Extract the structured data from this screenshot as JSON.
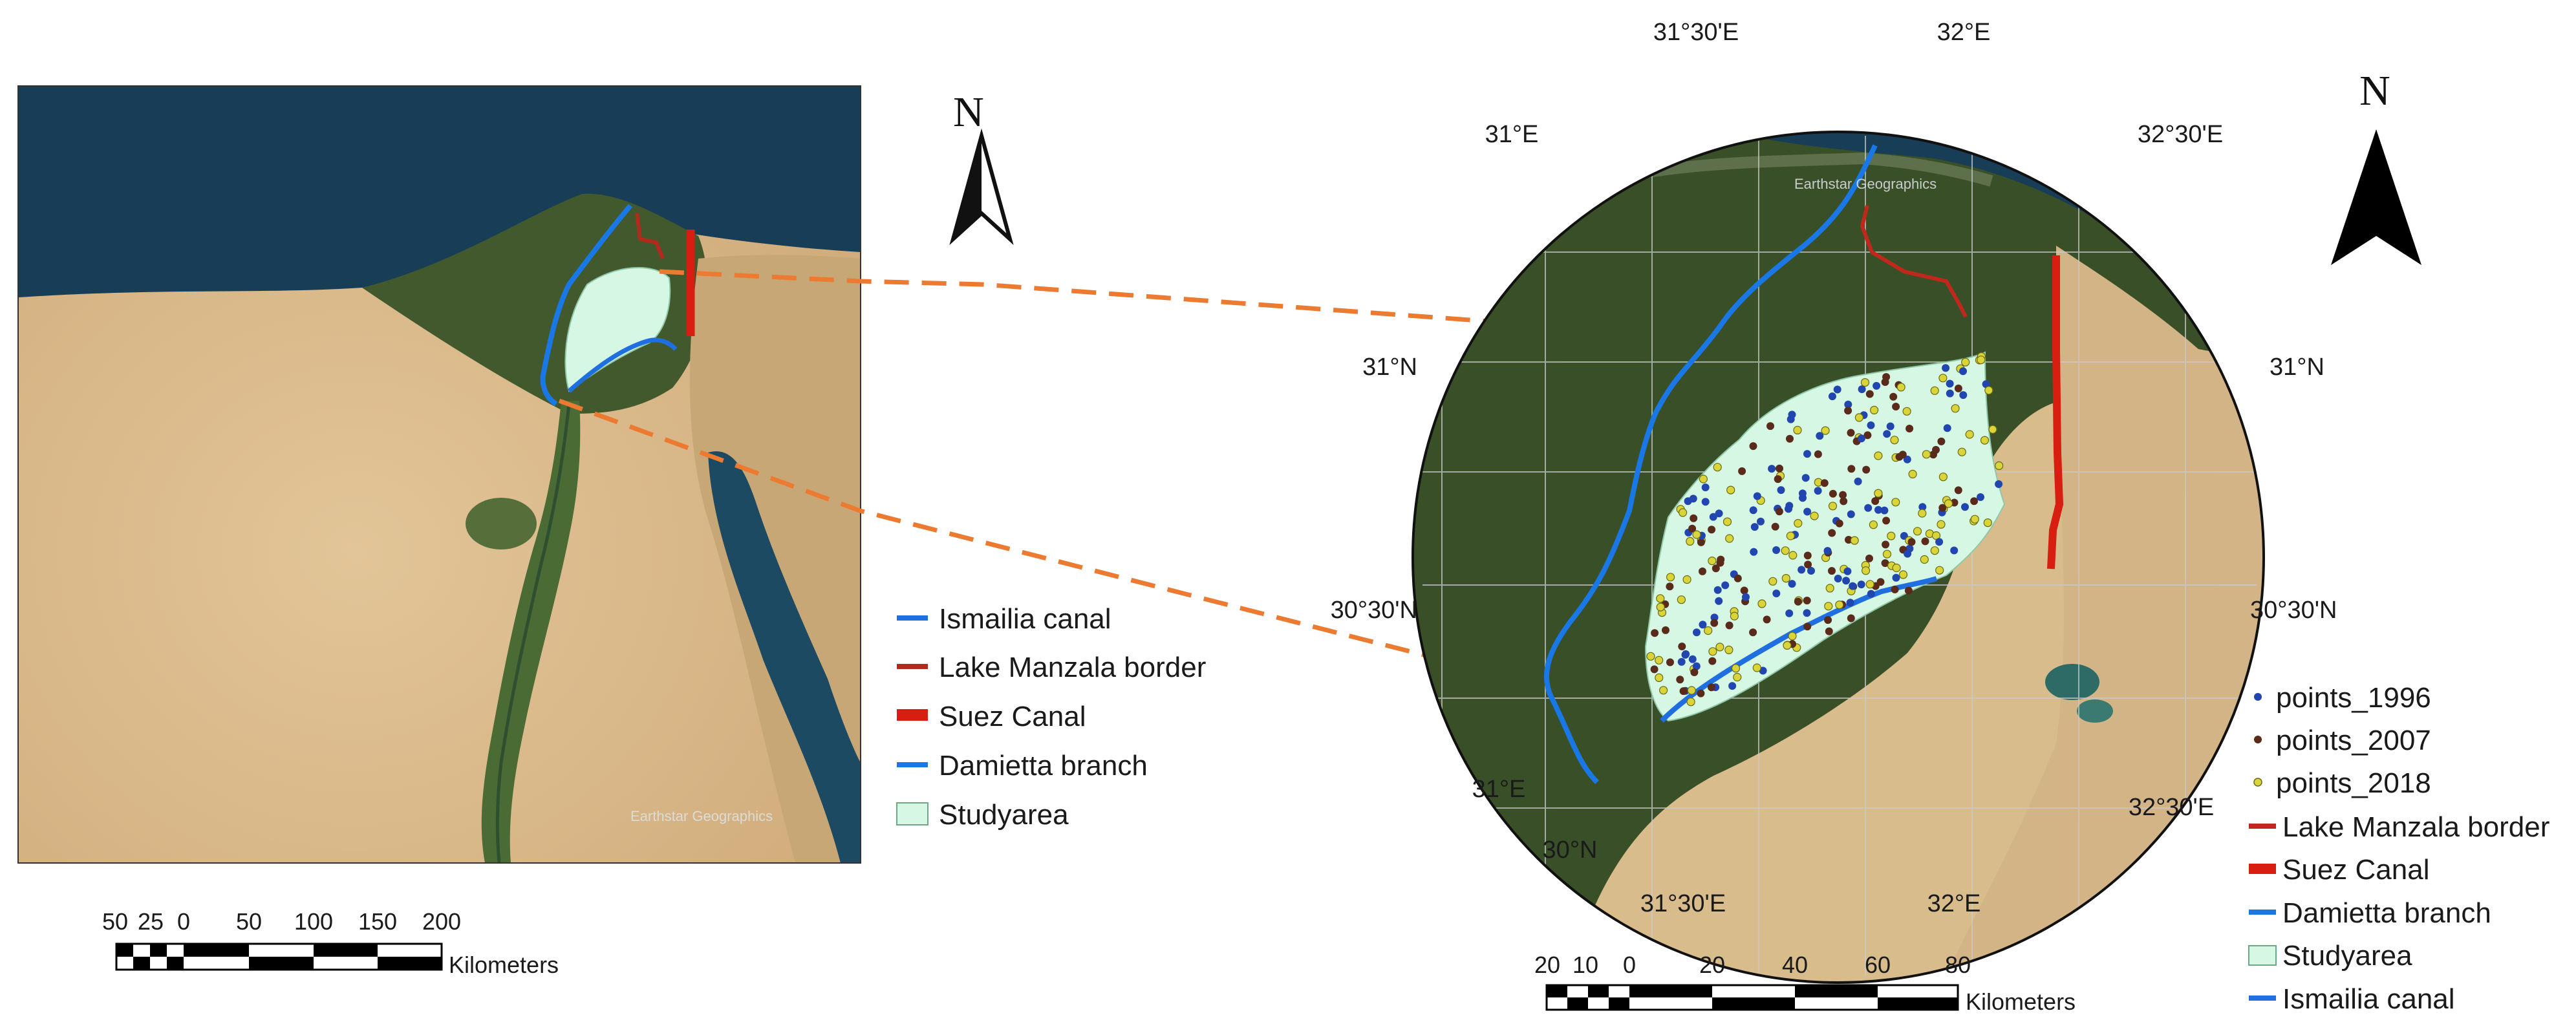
{
  "left_map": {
    "watermark": "Earthstar Geographics",
    "north_label": "N",
    "legend": [
      {
        "label": "Ismailia canal",
        "color": "#1f6fe0",
        "symbol": "line"
      },
      {
        "label": "Lake Manzala border",
        "color": "#b22a1c",
        "symbol": "line"
      },
      {
        "label": "Suez Canal",
        "color": "#d81e10",
        "symbol": "thick-line"
      },
      {
        "label": "Damietta branch",
        "color": "#1a78e6",
        "symbol": "line"
      },
      {
        "label": "Studyarea",
        "color": "#d6f7e4",
        "symbol": "polygon"
      }
    ],
    "scale_ticks": [
      "50",
      "25",
      "0",
      "50",
      "100",
      "150",
      "200"
    ],
    "scale_unit": "Kilometers"
  },
  "right_map": {
    "watermark": "Earthstar Geographics",
    "north_label": "N",
    "coords": {
      "top_lon_a": "31°30'E",
      "top_lon_b": "32°E",
      "left_lon_top": "31°E",
      "right_lon_top": "32°30'E",
      "lat_31_left": "31°N",
      "lat_31_right": "31°N",
      "lat_3030_left": "30°30'N",
      "lat_3030_right": "30°30'N",
      "left_lon_bottom": "31°E",
      "right_lon_bottom": "32°30'E",
      "lat_30": "30°N",
      "bottom_lon_a": "31°30'E",
      "bottom_lon_b": "32°E"
    },
    "legend": [
      {
        "label": "points_1996",
        "color": "#2146b0",
        "symbol": "point"
      },
      {
        "label": "points_2007",
        "color": "#5a2a1a",
        "symbol": "point"
      },
      {
        "label": "points_2018",
        "color": "#d8d43a",
        "symbol": "point"
      },
      {
        "label": "Lake Manzala border",
        "color": "#c0281c",
        "symbol": "line"
      },
      {
        "label": "Suez Canal",
        "color": "#d81e10",
        "symbol": "thick-line"
      },
      {
        "label": "Damietta branch",
        "color": "#1a78e6",
        "symbol": "line"
      },
      {
        "label": "Studyarea",
        "color": "#d6f7e4",
        "symbol": "polygon"
      },
      {
        "label": "Ismailia canal",
        "color": "#1f6fe0",
        "symbol": "line"
      }
    ],
    "scale_ticks": [
      "20",
      "10",
      "0",
      "20",
      "40",
      "60",
      "80"
    ],
    "scale_unit": "Kilometers"
  },
  "colors": {
    "sea": "#173d57",
    "desert": "#d9bb8c",
    "delta": "#41592c",
    "canal": "#1a78e6",
    "border": "#c0281c",
    "connector": "#ec7a30"
  }
}
